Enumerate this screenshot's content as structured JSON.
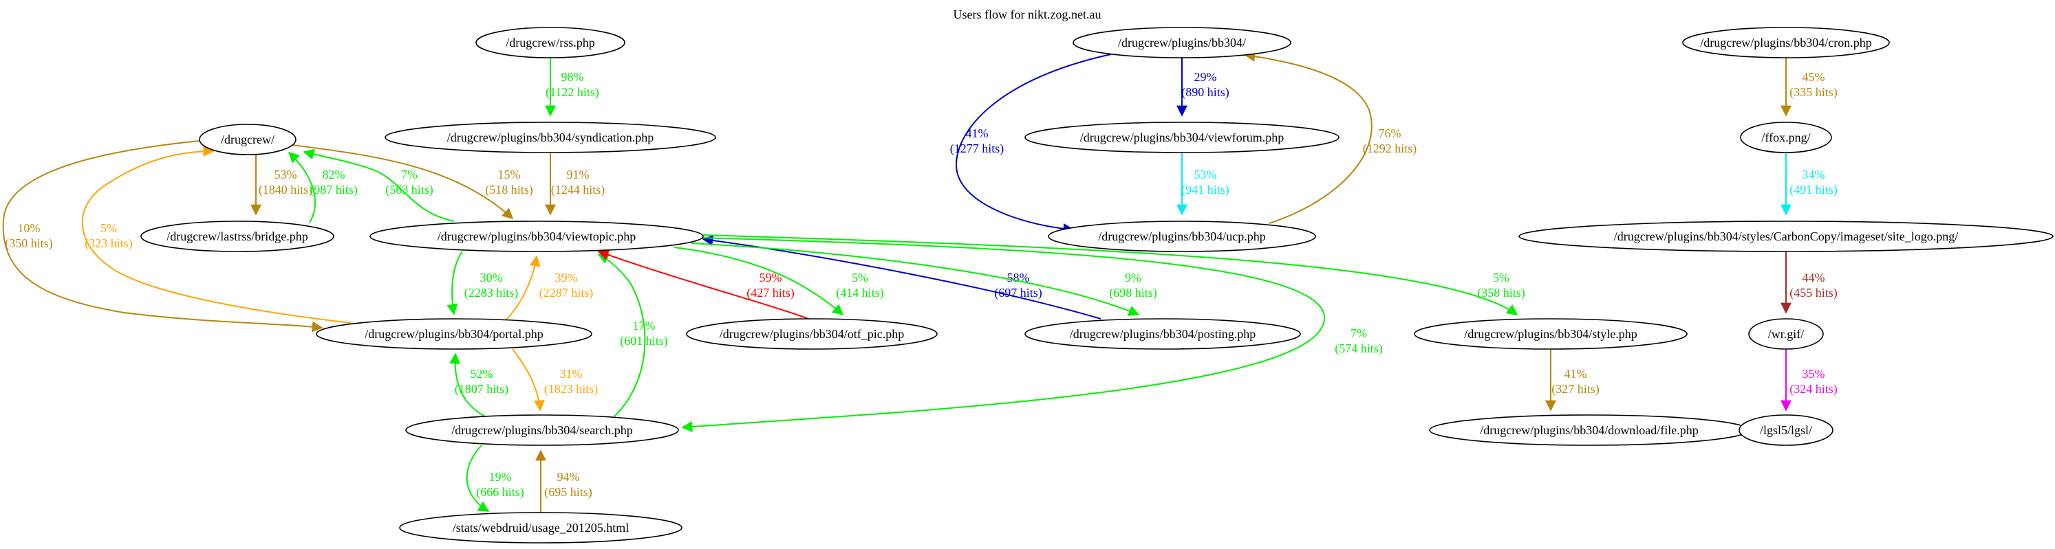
{
  "title": "Users flow for nikt.zog.net.au",
  "nodes": [
    {
      "id": "rss",
      "label": "/drugcrew/rss.php"
    },
    {
      "id": "syndication",
      "label": "/drugcrew/plugins/bb304/syndication.php"
    },
    {
      "id": "drugcrew",
      "label": "/drugcrew/"
    },
    {
      "id": "bridge",
      "label": "/drugcrew/lastrss/bridge.php"
    },
    {
      "id": "viewtopic",
      "label": "/drugcrew/plugins/bb304/viewtopic.php"
    },
    {
      "id": "portal",
      "label": "/drugcrew/plugins/bb304/portal.php"
    },
    {
      "id": "search",
      "label": "/drugcrew/plugins/bb304/search.php"
    },
    {
      "id": "usage",
      "label": "/stats/webdruid/usage_201205.html"
    },
    {
      "id": "otfpic",
      "label": "/drugcrew/plugins/bb304/otf_pic.php"
    },
    {
      "id": "posting",
      "label": "/drugcrew/plugins/bb304/posting.php"
    },
    {
      "id": "bb304",
      "label": "/drugcrew/plugins/bb304/"
    },
    {
      "id": "viewforum",
      "label": "/drugcrew/plugins/bb304/viewforum.php"
    },
    {
      "id": "ucp",
      "label": "/drugcrew/plugins/bb304/ucp.php"
    },
    {
      "id": "style",
      "label": "/drugcrew/plugins/bb304/style.php"
    },
    {
      "id": "download",
      "label": "/drugcrew/plugins/bb304/download/file.php"
    },
    {
      "id": "cron",
      "label": "/drugcrew/plugins/bb304/cron.php"
    },
    {
      "id": "ffox",
      "label": "/ffox.png/"
    },
    {
      "id": "sitelogo",
      "label": "/drugcrew/plugins/bb304/styles/CarbonCopy/imageset/site_logo.png/"
    },
    {
      "id": "wr",
      "label": "/wr.gif/"
    },
    {
      "id": "lgsl",
      "label": "/lgsl5/lgsl/"
    }
  ],
  "edges": [
    {
      "from": "rss",
      "to": "syndication",
      "pct": "98%",
      "hits": "(1122 hits)",
      "color": "#00ee00"
    },
    {
      "from": "syndication",
      "to": "viewtopic",
      "pct": "91%",
      "hits": "(1244 hits)",
      "color": "#b8860b"
    },
    {
      "from": "drugcrew",
      "to": "bridge",
      "pct": "53%",
      "hits": "(1840 hits)",
      "color": "#b8860b"
    },
    {
      "from": "bridge",
      "to": "drugcrew",
      "pct": "82%",
      "hits": "(987 hits)",
      "color": "#00ee00"
    },
    {
      "from": "viewtopic",
      "to": "drugcrew",
      "pct": "7%",
      "hits": "(563 hits)",
      "color": "#00ee00"
    },
    {
      "from": "drugcrew",
      "to": "viewtopic",
      "pct": "15%",
      "hits": "(518 hits)",
      "color": "#b8860b"
    },
    {
      "from": "drugcrew",
      "to": "portal",
      "pct": "10%",
      "hits": "(350 hits)",
      "color": "#b8860b"
    },
    {
      "from": "portal",
      "to": "drugcrew",
      "pct": "5%",
      "hits": "(323 hits)",
      "color": "#ffa500"
    },
    {
      "from": "viewtopic",
      "to": "portal",
      "pct": "30%",
      "hits": "(2283 hits)",
      "color": "#00ee00"
    },
    {
      "from": "portal",
      "to": "viewtopic",
      "pct": "39%",
      "hits": "(2287 hits)",
      "color": "#ffa500"
    },
    {
      "from": "search",
      "to": "viewtopic",
      "pct": "17%",
      "hits": "(601 hits)",
      "color": "#00ee00"
    },
    {
      "from": "otfpic",
      "to": "viewtopic",
      "pct": "59%",
      "hits": "(427 hits)",
      "color": "#ff0000"
    },
    {
      "from": "viewtopic",
      "to": "otfpic",
      "pct": "5%",
      "hits": "(414 hits)",
      "color": "#00ee00"
    },
    {
      "from": "posting",
      "to": "viewtopic",
      "pct": "58%",
      "hits": "(697 hits)",
      "color": "#0000cd"
    },
    {
      "from": "viewtopic",
      "to": "posting",
      "pct": "9%",
      "hits": "(698 hits)",
      "color": "#00ee00"
    },
    {
      "from": "viewtopic",
      "to": "search",
      "pct": "7%",
      "hits": "(574 hits)",
      "color": "#00ee00"
    },
    {
      "from": "viewtopic",
      "to": "style",
      "pct": "5%",
      "hits": "(358 hits)",
      "color": "#00ee00"
    },
    {
      "from": "search",
      "to": "portal",
      "pct": "52%",
      "hits": "(1807 hits)",
      "color": "#00ee00"
    },
    {
      "from": "portal",
      "to": "search",
      "pct": "31%",
      "hits": "(1823 hits)",
      "color": "#ffa500"
    },
    {
      "from": "search",
      "to": "usage",
      "pct": "19%",
      "hits": "(666 hits)",
      "color": "#00ee00"
    },
    {
      "from": "usage",
      "to": "search",
      "pct": "94%",
      "hits": "(695 hits)",
      "color": "#b8860b"
    },
    {
      "from": "bb304",
      "to": "viewforum",
      "pct": "29%",
      "hits": "(890 hits)",
      "color": "#0000cd"
    },
    {
      "from": "bb304",
      "to": "ucp",
      "pct": "41%",
      "hits": "(1277 hits)",
      "color": "#0000cd"
    },
    {
      "from": "viewforum",
      "to": "ucp",
      "pct": "53%",
      "hits": "(941 hits)",
      "color": "#00eeee"
    },
    {
      "from": "ucp",
      "to": "bb304",
      "pct": "76%",
      "hits": "(1292 hits)",
      "color": "#b8860b"
    },
    {
      "from": "style",
      "to": "download",
      "pct": "41%",
      "hits": "(327 hits)",
      "color": "#b8860b"
    },
    {
      "from": "cron",
      "to": "ffox",
      "pct": "45%",
      "hits": "(335 hits)",
      "color": "#b8860b"
    },
    {
      "from": "ffox",
      "to": "sitelogo",
      "pct": "34%",
      "hits": "(491 hits)",
      "color": "#00eeee"
    },
    {
      "from": "sitelogo",
      "to": "wr",
      "pct": "44%",
      "hits": "(455 hits)",
      "color": "#a52a2a"
    },
    {
      "from": "wr",
      "to": "lgsl",
      "pct": "35%",
      "hits": "(324 hits)",
      "color": "#ee00ee"
    }
  ]
}
